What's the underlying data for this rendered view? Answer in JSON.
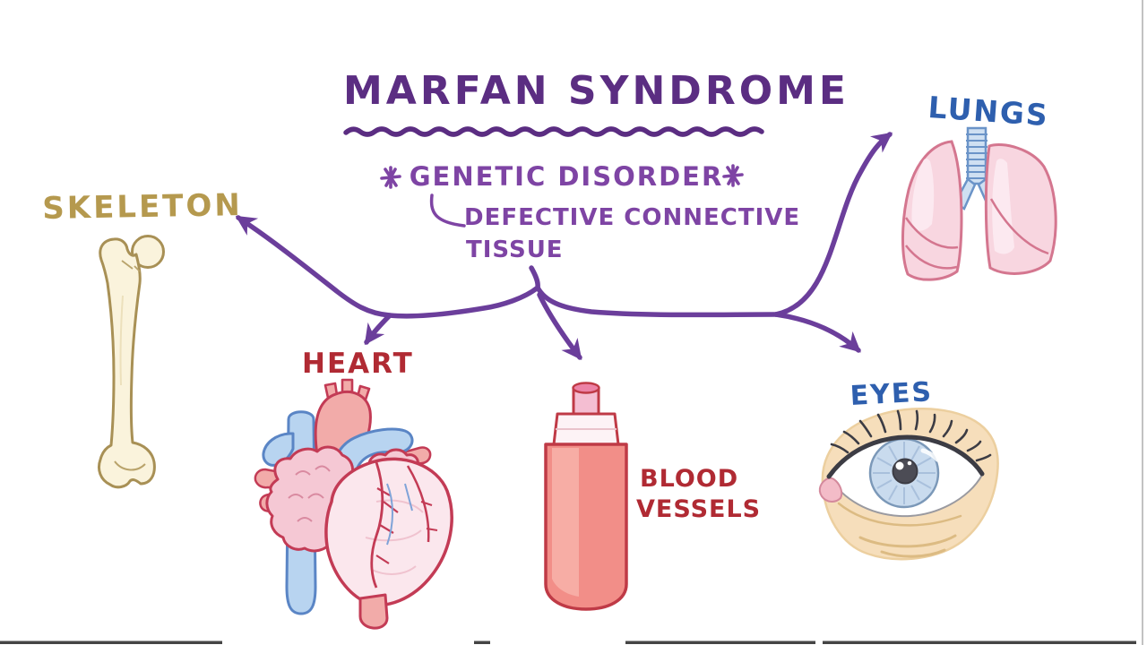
{
  "title": "MARFAN SYNDROME",
  "subtitle": {
    "text": "GENETIC DISORDER",
    "decoration_symbol": "✳"
  },
  "definition": {
    "line1": "DEFECTIVE CONNECTIVE",
    "line2": "TISSUE"
  },
  "affected_systems": [
    {
      "id": "skeleton",
      "label": "SKELETON",
      "illustration": "femur-bone"
    },
    {
      "id": "lungs",
      "label": "LUNGS",
      "illustration": "lungs-with-trachea"
    },
    {
      "id": "heart",
      "label": "HEART",
      "illustration": "anatomical-heart"
    },
    {
      "id": "blood-vessels",
      "label_line1": "BLOOD",
      "label_line2": "VESSELS",
      "illustration": "blood-vessel-segment"
    },
    {
      "id": "eyes",
      "label": "EYES",
      "illustration": "human-eye"
    }
  ],
  "colors": {
    "title_purple": "#5b2d82",
    "subtitle_purple": "#7e44a4",
    "arrow_purple": "#6b3e9b",
    "skeleton_gold": "#b5994e",
    "organ_blue": "#2e5fae",
    "organ_red": "#b02a33",
    "background": "#ffffff"
  }
}
